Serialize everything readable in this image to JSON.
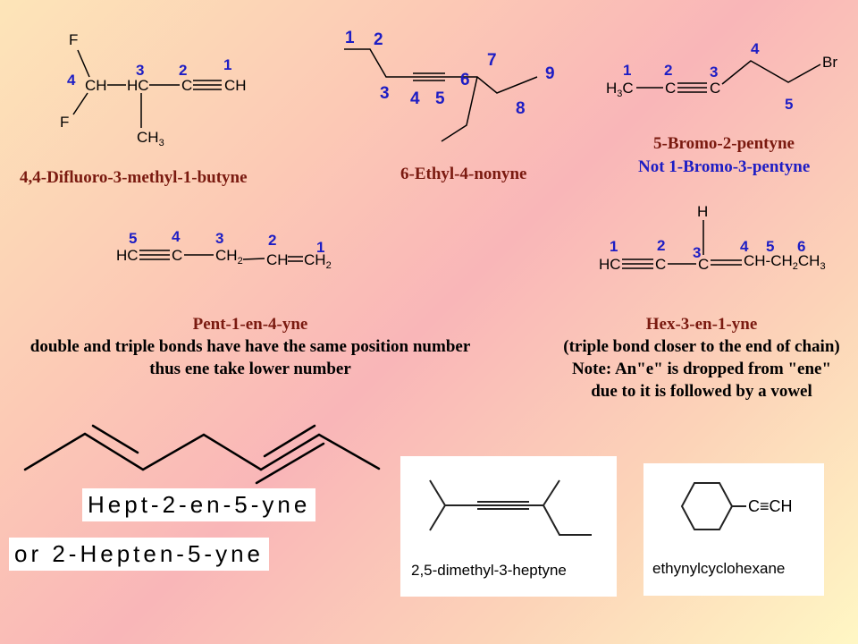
{
  "s1": {
    "atoms": [
      "F",
      "CH",
      "HC",
      "C",
      "CH",
      "F",
      "CH",
      "3"
    ],
    "nums": [
      "4",
      "3",
      "2",
      "1"
    ],
    "caption": "4,4-Difluoro-3-methyl-1-butyne"
  },
  "s2": {
    "nums": [
      "1",
      "2",
      "3",
      "4",
      "5",
      "6",
      "7",
      "8",
      "9"
    ],
    "caption": "6-Ethyl-4-nonyne"
  },
  "s3": {
    "atoms": [
      "H",
      "3",
      "C",
      "C",
      "C",
      "Br"
    ],
    "nums": [
      "1",
      "2",
      "3",
      "4",
      "5"
    ],
    "caption1": "5-Bromo-2-pentyne",
    "caption2": "Not 1-Bromo-3-pentyne"
  },
  "s4": {
    "atoms": [
      "HC",
      "C",
      "CH",
      "2",
      "CH",
      "CH",
      "2"
    ],
    "nums": [
      "5",
      "4",
      "3",
      "2",
      "1"
    ],
    "caption1": "Pent-1-en-4-yne",
    "caption2": "double and  triple bonds have have the same position number",
    "caption3": "thus ene take lower number"
  },
  "s5": {
    "atoms": [
      "H",
      "HC",
      "C",
      "C",
      "CH-CH",
      "2",
      "CH",
      "3"
    ],
    "nums": [
      "1",
      "2",
      "3",
      "4",
      "5",
      "6"
    ],
    "caption1": "Hex-3-en-1-yne",
    "caption2": "(triple bond closer to the end of chain)",
    "caption3": "Note: An\"e\" is dropped from \"ene\"",
    "caption4": "due to it is followed by a vowel"
  },
  "s6": {
    "name1": "Hept-2-en-5-yne",
    "name2": "or    2-Hepten-5-yne"
  },
  "s7": {
    "caption": "2,5-dimethyl-3-heptyne"
  },
  "s8": {
    "atom": "C≡CH",
    "caption": "ethynylcyclohexane"
  }
}
